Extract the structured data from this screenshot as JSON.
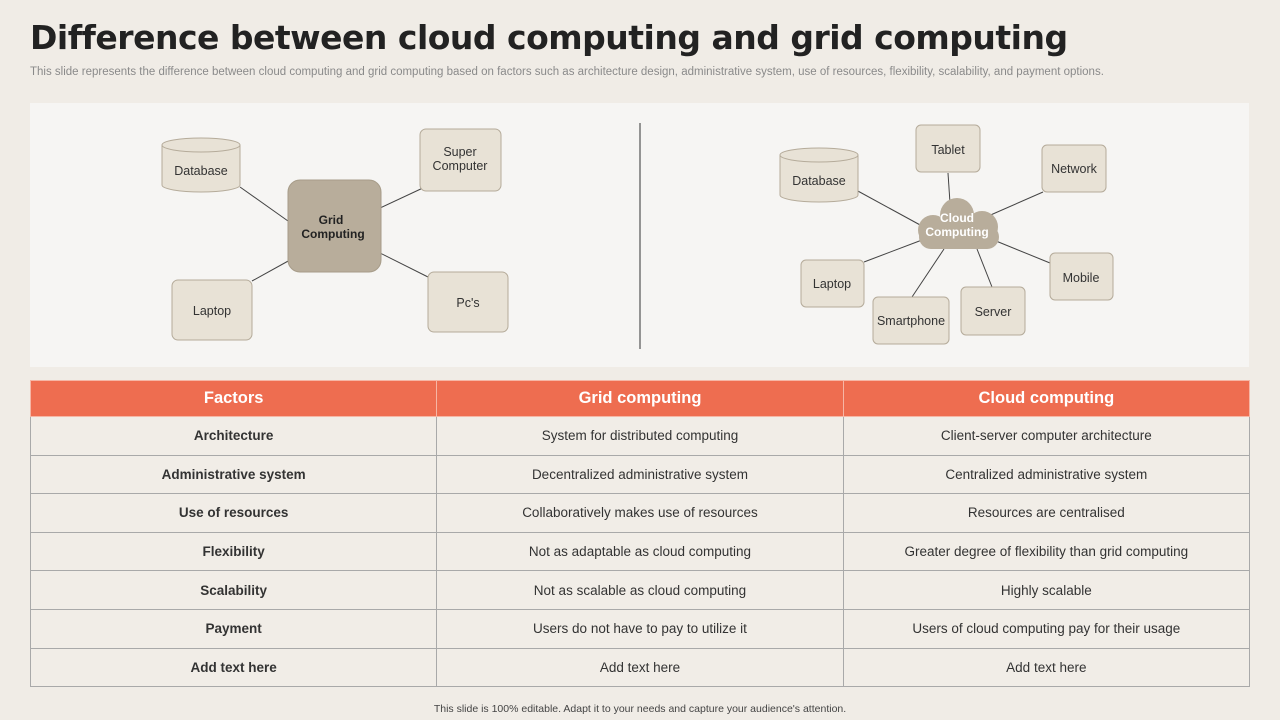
{
  "header": {
    "title": "Difference between cloud computing and grid computing",
    "subtitle": "This slide represents the difference between cloud computing and grid computing based on factors such as architecture design, administrative system, use of resources, flexibility, scalability, and payment options."
  },
  "grid_diagram": {
    "hub": [
      "Grid",
      "Computing"
    ],
    "database": "Database",
    "super_computer": [
      "Super",
      "Computer"
    ],
    "laptop": "Laptop",
    "pcs": "Pc's"
  },
  "cloud_diagram": {
    "hub": [
      "Cloud",
      "Computing"
    ],
    "database": "Database",
    "tablet": "Tablet",
    "network": "Network",
    "laptop": "Laptop",
    "mobile": "Mobile",
    "smartphone": "Smartphone",
    "server": "Server"
  },
  "table": {
    "headers": [
      "Factors",
      "Grid computing",
      "Cloud computing"
    ],
    "rows": [
      [
        "Architecture",
        "System for distributed computing",
        "Client-server  computer architecture"
      ],
      [
        "Administrative system",
        "Decentralized  administrative  system",
        "Centralized  administrative  system"
      ],
      [
        "Use of resources",
        "Collaboratively  makes use of resources",
        "Resources  are  centralised"
      ],
      [
        "Flexibility",
        "Not as adaptable  as cloud computing",
        "Greater degree  of flexibility than grid computing"
      ],
      [
        "Scalability",
        "Not as scalable  as cloud computing",
        "Highly scalable"
      ],
      [
        "Payment",
        "Users  do  not have  to pay to utilize it",
        "Users of cloud computing pay for their usage"
      ],
      [
        "Add text here",
        "Add text here",
        "Add text here"
      ]
    ]
  },
  "footer": "This slide is 100% editable.  Adapt it to your needs and capture your audience's attention.",
  "colors": {
    "accent": "#ee6d50",
    "hub_fill": "#b8ad9b",
    "node_fill": "#e8e2d6",
    "background": "#f0ece6"
  }
}
